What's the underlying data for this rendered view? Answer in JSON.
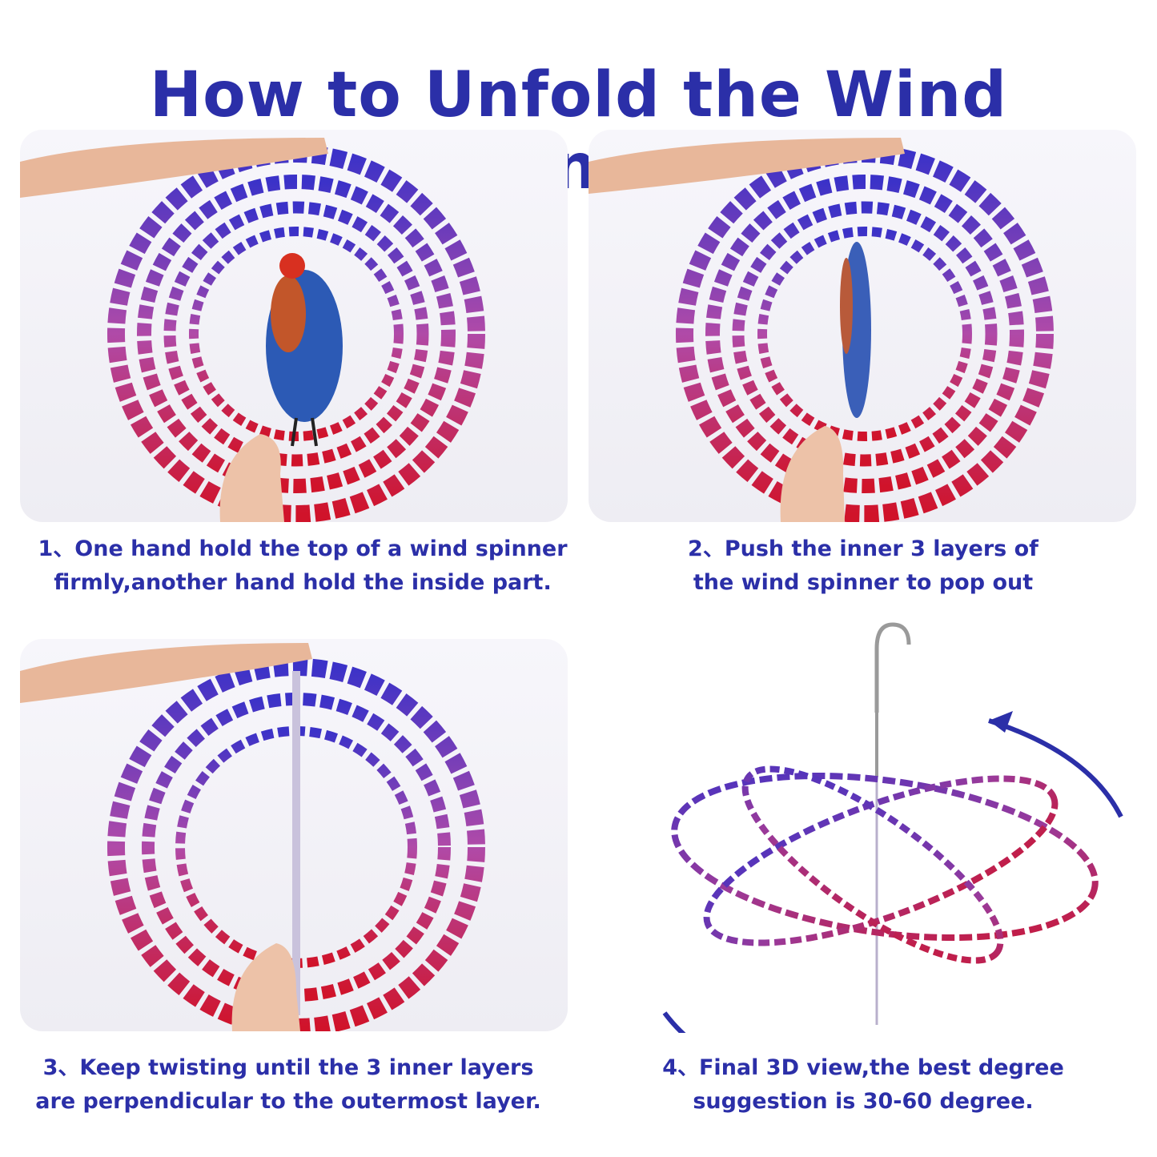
{
  "title": "How to Unfold the Wind Spinner",
  "steps": [
    {
      "line1": "1、One hand hold the top of a wind spinner",
      "line2": "firmly,another hand hold the inside part."
    },
    {
      "line1": "2、Push the inner 3 layers of",
      "line2": "the wind spinner to pop out"
    },
    {
      "line1": "3、Keep twisting until the 3 inner layers",
      "line2": "are perpendicular to the outermost layer."
    },
    {
      "line1": "4、Final 3D view,the best degree",
      "line2": "suggestion is 30-60 degree."
    }
  ],
  "colors": {
    "title": "#2b2fa8",
    "caption": "#2b2fa8",
    "spinner_top": "#3b32c8",
    "spinner_bottom": "#d0132a"
  }
}
